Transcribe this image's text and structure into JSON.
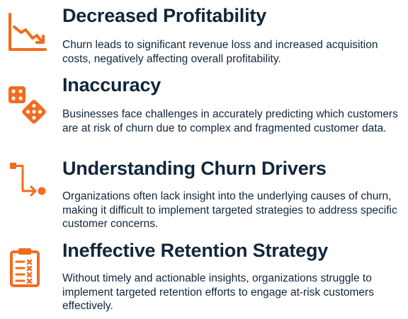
{
  "colors": {
    "accent": "#f26b1d",
    "text": "#12263a",
    "background": "#ffffff"
  },
  "items": [
    {
      "icon": "declining-chart-icon",
      "title": "Decreased Profitability",
      "description": "Churn leads to significant revenue loss and increased acquisition costs, negatively affecting overall profitability."
    },
    {
      "icon": "dice-icon",
      "title": "Inaccuracy",
      "description": "Businesses face challenges in accurately predicting which customers are at risk of churn due to complex and fragmented customer data."
    },
    {
      "icon": "flow-connector-icon",
      "title": "Understanding Churn Drivers",
      "description": "Organizations often lack insight into the underlying causes of churn, making it difficult to implement targeted strategies to address specific customer concerns."
    },
    {
      "icon": "clipboard-checklist-icon",
      "title": "Ineffective Retention Strategy",
      "description": "Without timely and actionable insights, organizations struggle to implement targeted retention efforts to engage at-risk customers effectively."
    }
  ]
}
